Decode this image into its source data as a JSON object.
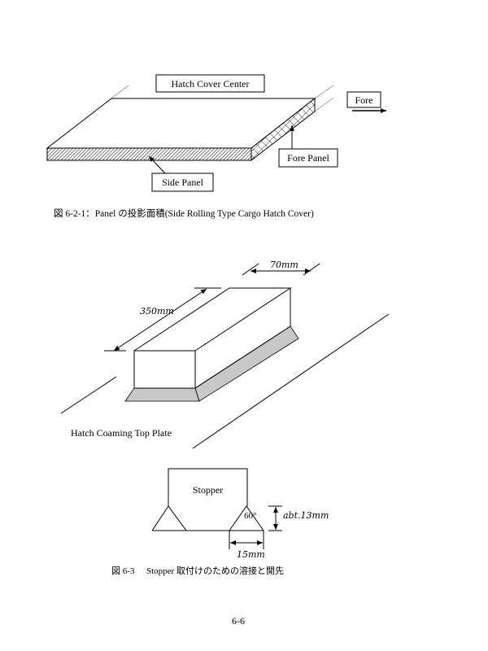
{
  "figure1": {
    "labels": {
      "hatch_cover_center": "Hatch Cover Center",
      "fore": "Fore",
      "fore_panel": "Fore Panel",
      "side_panel": "Side Panel"
    },
    "caption": "図 6-2-1：Panel の投影面積(Side Rolling Type Cargo Hatch Cover)"
  },
  "figure2": {
    "dim_width": "70mm",
    "dim_length": "350mm",
    "plate_label": "Hatch Coaming Top Plate",
    "shade_color": "#c8c8c8"
  },
  "figure3": {
    "stopper_label": "Stopper",
    "angle": "60°",
    "dim_height": "abt.13mm",
    "dim_width": "15mm",
    "caption_num": "図 6-3",
    "caption_text": "Stopper 取付けのための溶接と開先"
  },
  "page_number": "6-6"
}
